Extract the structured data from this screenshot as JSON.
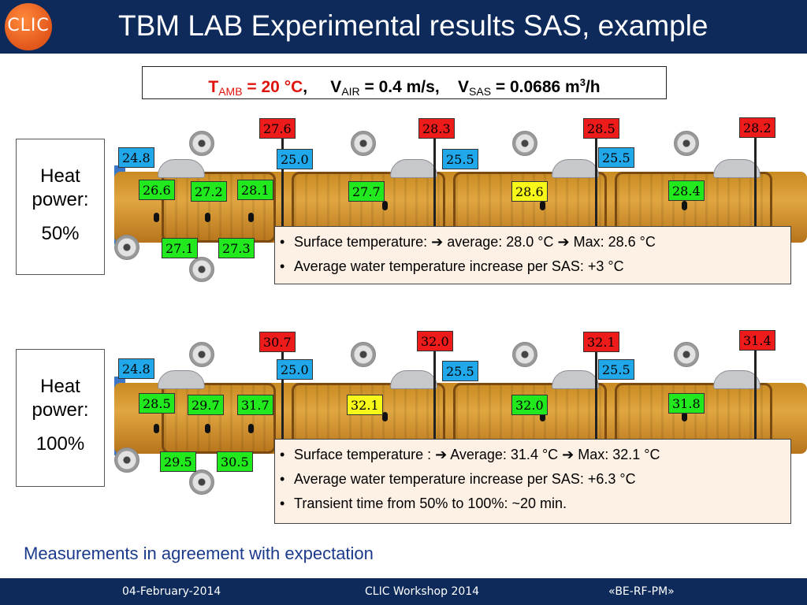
{
  "header": {
    "logo_text": "CLIC",
    "title": "TBM LAB Experimental results SAS, example"
  },
  "params": {
    "tamb_symbol": "T",
    "tamb_sub": "AMB",
    "tamb_value": " = 20 °C",
    "sep1": ",",
    "vair_symbol": "V",
    "vair_sub": "AIR",
    "vair_value": " = 0.4 m/s",
    "sep2": ",",
    "vsas_symbol": "V",
    "vsas_sub": "SAS",
    "vsas_value_pre": " = 0.0686 m",
    "vsas_sup": "3",
    "vsas_value_post": "/h"
  },
  "panels": [
    {
      "heat_label_1": "Heat",
      "heat_label_2": "power:",
      "heat_value": "50%",
      "labels": {
        "red": [
          "27.6",
          "28.3",
          "28.5",
          "28.2"
        ],
        "blue": [
          "24.8",
          "25.0",
          "25.5",
          "25.5"
        ],
        "green": [
          "26.6",
          "27.2",
          "28.1",
          "27.7",
          "28.4",
          "27.1",
          "27.3"
        ],
        "yellow": [
          "28.6"
        ]
      },
      "results": [
        {
          "a": "Surface temperature:   ",
          "b": " average: 28.0 °C ",
          "c": " Max: 28.6 °C"
        },
        {
          "a": "Average water temperature increase per SAS:  +3 °C"
        }
      ]
    },
    {
      "heat_label_1": "Heat",
      "heat_label_2": "power:",
      "heat_value": "100%",
      "labels": {
        "red": [
          "30.7",
          "32.0",
          "32.1",
          "31.4"
        ],
        "blue": [
          "24.8",
          "25.0",
          "25.5",
          "25.5"
        ],
        "green": [
          "28.5",
          "29.7",
          "31.7",
          "32.0",
          "31.8",
          "29.5",
          "30.5"
        ],
        "yellow": [
          "32.1"
        ]
      },
      "results": [
        {
          "a": "Surface temperature :   ",
          "b": " Average: 31.4 °C ",
          "c": " Max: 32.1 °C"
        },
        {
          "a": "Average water temperature increase per SAS:  +6.3 °C"
        },
        {
          "a": "Transient time from 50% to 100%: ~20 min."
        }
      ]
    }
  ],
  "icons": {
    "bullet": "•",
    "arrow": "➔"
  },
  "conclusion": "Measurements in agreement with expectation",
  "footer": {
    "date": "04-February-2014",
    "event": "CLIC Workshop 2014",
    "group": "«BE-RF-PM»"
  }
}
